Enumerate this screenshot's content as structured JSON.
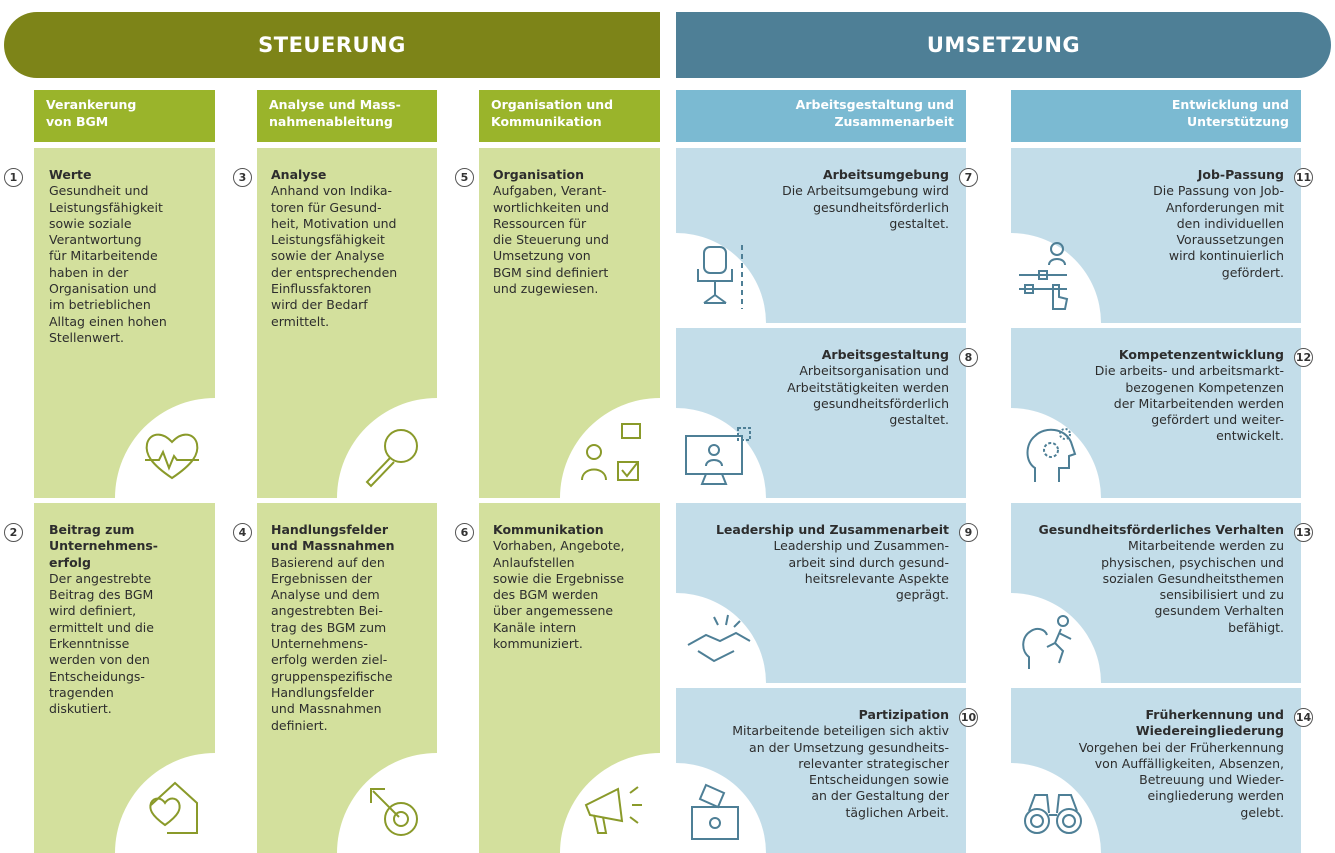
{
  "headers": {
    "left": "STEUERUNG",
    "right": "UMSETZUNG"
  },
  "columns": [
    {
      "title_1": "Verankerung",
      "title_2": "von BGM"
    },
    {
      "title_1": "Analyse und Mass-",
      "title_2": "nahmenableitung"
    },
    {
      "title_1": "Organisation und",
      "title_2": "Kommunikation"
    },
    {
      "title_1": "Arbeitsgestaltung und",
      "title_2": "Zusammenarbeit"
    },
    {
      "title_1": "Entwicklung und",
      "title_2": "Unterstützung"
    }
  ],
  "cards": [
    {
      "num": "1",
      "icon": "heart-pulse-icon",
      "title": "Werte",
      "lines": [
        "Gesundheit und",
        "Leistungsfähigkeit",
        "sowie soziale",
        "Verantwortung",
        "für Mitarbeitende",
        "haben in der",
        "Organisation und",
        "im betrieblichen",
        "Alltag einen hohen",
        "Stellenwert."
      ]
    },
    {
      "num": "2",
      "icon": "house-heart-icon",
      "title_lines": [
        "Beitrag zum",
        "Unternehmens-",
        "erfolg"
      ],
      "lines": [
        "Der angestrebte",
        "Beitrag des BGM",
        "wird definiert,",
        "ermittelt und die",
        "Erkenntnisse",
        "werden von den",
        "Entscheidungs-",
        "tragenden",
        "diskutiert."
      ]
    },
    {
      "num": "3",
      "icon": "magnifier-icon",
      "title": "Analyse",
      "lines": [
        "Anhand von Indika-",
        "toren für Gesund-",
        "heit, Motivation und",
        "Leistungsfähigkeit",
        "sowie der Analyse",
        "der entsprechenden",
        "Einflussfaktoren",
        "wird der Bedarf",
        "ermittelt."
      ]
    },
    {
      "num": "4",
      "icon": "target-arrow-icon",
      "title_lines": [
        "Handlungsfelder",
        "und Massnahmen"
      ],
      "lines": [
        "Basierend auf den",
        "Ergebnissen der",
        "Analyse und dem",
        "angestrebten Bei-",
        "trag des BGM zum",
        "Unternehmens-",
        "erfolg werden ziel-",
        "gruppenspezifische",
        "Handlungsfelder",
        "und Massnahmen",
        "definiert."
      ]
    },
    {
      "num": "5",
      "icon": "person-checklist-icon",
      "title": "Organisation",
      "lines": [
        "Aufgaben, Verant-",
        "wortlichkeiten und",
        "Ressourcen für",
        "die Steuerung und",
        "Umsetzung von",
        "BGM sind definiert",
        "und zugewiesen."
      ]
    },
    {
      "num": "6",
      "icon": "megaphone-icon",
      "title": "Kommunikation",
      "lines": [
        "Vorhaben, Angebote,",
        "Anlaufstellen",
        "sowie die Ergebnisse",
        "des BGM werden",
        "über angemessene",
        "Kanäle intern",
        "kommuniziert."
      ]
    },
    {
      "num": "7",
      "icon": "office-chair-icon",
      "title": "Arbeitsumgebung",
      "lines": [
        "Die Arbeitsumgebung wird",
        "gesundheitsförderlich",
        "gestaltet."
      ]
    },
    {
      "num": "8",
      "icon": "monitor-person-icon",
      "title": "Arbeitsgestaltung",
      "lines": [
        "Arbeitsorganisation und",
        "Arbeitstätigkeiten werden",
        "gesundheitsförderlich",
        "gestaltet."
      ]
    },
    {
      "num": "9",
      "icon": "handshake-icon",
      "title": "Leadership und Zusammenarbeit",
      "lines": [
        "Leadership und Zusammen-",
        "arbeit sind durch gesund-",
        "heitsrelevante Aspekte",
        "geprägt."
      ]
    },
    {
      "num": "10",
      "icon": "ballot-box-icon",
      "title": "Partizipation",
      "lines": [
        "Mitarbeitende beteiligen sich aktiv",
        "an der Umsetzung gesundheits-",
        "relevanter strategischer",
        "Entscheidungen sowie",
        "an der Gestaltung der",
        "täglichen Arbeit."
      ]
    },
    {
      "num": "11",
      "icon": "person-sliders-icon",
      "title": "Job-Passung",
      "lines": [
        "Die Passung von Job-",
        "Anforderungen mit",
        "den individuellen",
        "Voraussetzungen",
        "wird kontinuierlich",
        "gefördert."
      ]
    },
    {
      "num": "12",
      "icon": "head-gear-icon",
      "title": "Kompetenzentwicklung",
      "lines": [
        "Die arbeits- und arbeitsmarkt-",
        "bezogenen Kompetenzen",
        "der Mitarbeitenden werden",
        "gefördert und weiter-",
        "entwickelt."
      ]
    },
    {
      "num": "13",
      "icon": "head-runner-icon",
      "title": "Gesundheitsförderliches Verhalten",
      "lines": [
        "Mitarbeitende werden zu",
        "physischen, psychischen und",
        "sozialen Gesundheitsthemen",
        "sensibilisiert und zu",
        "gesundem Verhalten",
        "befähigt."
      ]
    },
    {
      "num": "14",
      "icon": "binoculars-icon",
      "title_lines": [
        "Früherkennung und",
        "Wiedereingliederung"
      ],
      "lines": [
        "Vorgehen bei der Früherkennung",
        "von Auffälligkeiten, Absenzen,",
        "Betreuung und Wieder-",
        "eingliederung werden",
        "gelebt."
      ]
    }
  ]
}
